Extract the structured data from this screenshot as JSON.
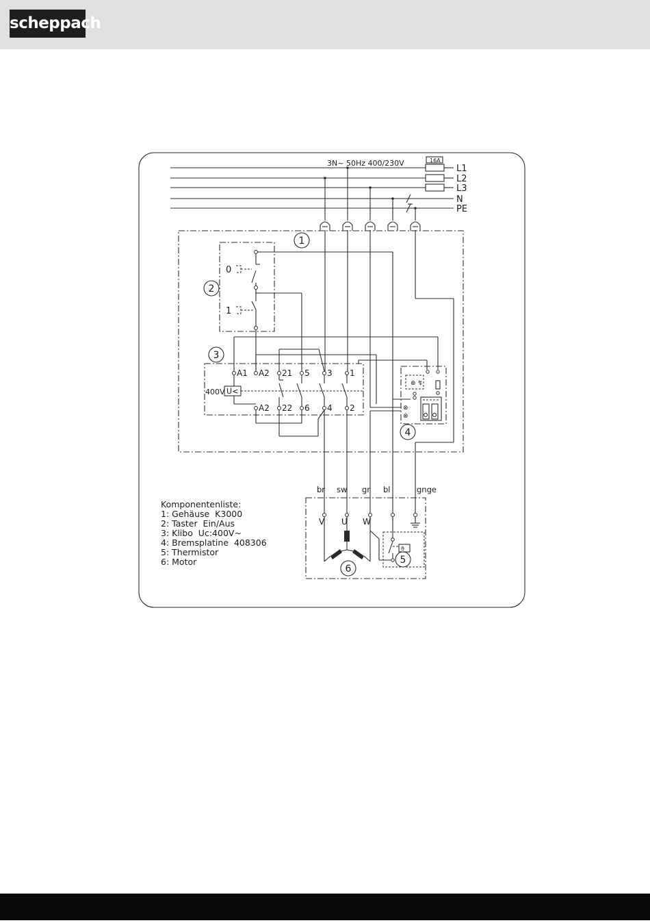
{
  "header": {
    "logo_text": "scheppach",
    "background": "#e0e0e0"
  },
  "footer": {
    "background": "#0a0a0a"
  },
  "supply": {
    "label": "3N~ 50Hz 400/230V",
    "fuse_rating": "16A",
    "lines": [
      "L1",
      "L2",
      "L3",
      "N",
      "PE"
    ]
  },
  "components": {
    "c1": "1",
    "c2": "2",
    "c3": "3",
    "c4": "4",
    "c5": "5",
    "c6": "6"
  },
  "switch_labels": {
    "off": "0",
    "on": "1"
  },
  "contactor": {
    "coil_voltage": "400V",
    "undervoltage": "U<",
    "top_terminals": [
      "A1",
      "A2",
      "21",
      "5",
      "3",
      "1"
    ],
    "bottom_terminals": [
      "A2",
      "22",
      "6",
      "4",
      "2"
    ]
  },
  "wire_colors": [
    "br",
    "sw",
    "gr",
    "bl",
    "gnge"
  ],
  "motor_terminals": [
    "V",
    "U",
    "W"
  ],
  "component_list": {
    "title": "Komponentenliste:",
    "items": [
      "1: Gehäuse  K3000",
      "2: Taster  Ein/Aus",
      "3: Klibo  Uc:400V~",
      "4: Bremsplatine  408306",
      "5: Thermistor",
      "6: Motor"
    ]
  }
}
